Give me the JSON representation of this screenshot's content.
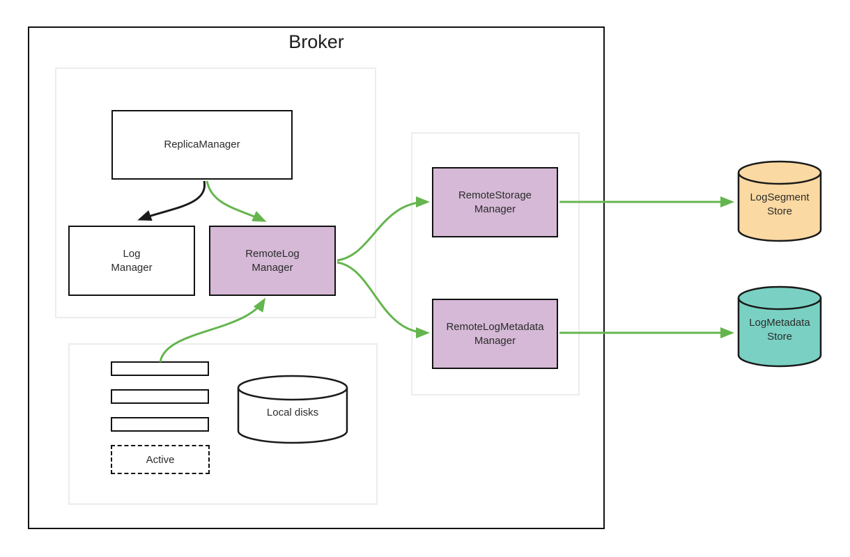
{
  "diagram": {
    "title": "Broker",
    "nodes": {
      "replica_manager": "ReplicaManager",
      "log_manager": "Log\nManager",
      "remote_log_manager": "RemoteLog\nManager",
      "remote_storage_manager": "RemoteStorage\nManager",
      "remote_log_metadata_manager": "RemoteLogMetadata\nManager",
      "active_segment": "Active",
      "local_disks": "Local disks",
      "log_segment_store": "LogSegment\nStore",
      "log_metadata_store": "LogMetadata\nStore"
    },
    "edges": [
      {
        "from": "replica_manager",
        "to": "log_manager",
        "color": "black"
      },
      {
        "from": "replica_manager",
        "to": "remote_log_manager",
        "color": "green"
      },
      {
        "from": "log_segments",
        "to": "remote_log_manager",
        "color": "green"
      },
      {
        "from": "remote_log_manager",
        "to": "remote_storage_manager",
        "color": "green"
      },
      {
        "from": "remote_log_manager",
        "to": "remote_log_metadata_manager",
        "color": "green"
      },
      {
        "from": "remote_storage_manager",
        "to": "log_segment_store",
        "color": "green"
      },
      {
        "from": "remote_log_metadata_manager",
        "to": "log_metadata_store",
        "color": "green"
      }
    ],
    "colors": {
      "manager_fill": "#d5b9d6",
      "segment_store_fill": "#fbd9a2",
      "metadata_store_fill": "#7ad1c3",
      "arrow_green": "#64b54d",
      "arrow_black": "#1a1a1a"
    }
  }
}
